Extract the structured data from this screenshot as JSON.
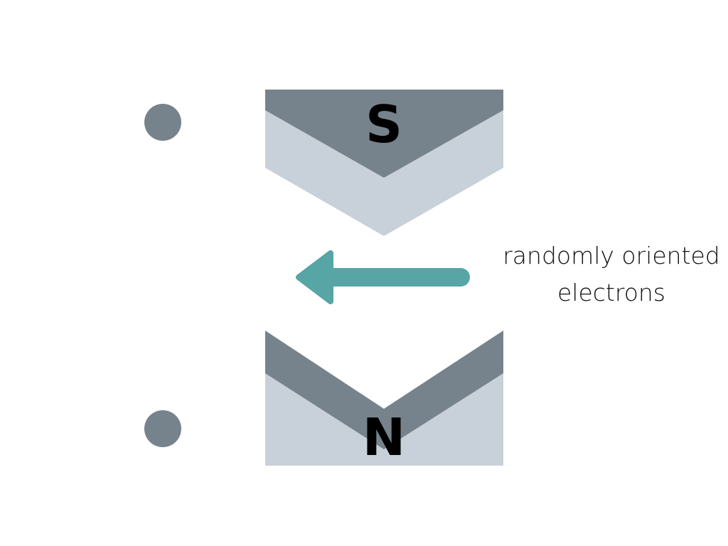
{
  "diagram": {
    "top_pole_label": "S",
    "bottom_pole_label": "N",
    "caption_line_1": "randomly oriented",
    "caption_line_2": "electrons",
    "arrow_direction": "left",
    "colors": {
      "pole_dark": "#77838c",
      "pole_light": "#c8d0d9",
      "dot": "#77838c",
      "arrow": "#57a5a5",
      "label_text": "#000000",
      "caption_text": "#111111"
    }
  }
}
